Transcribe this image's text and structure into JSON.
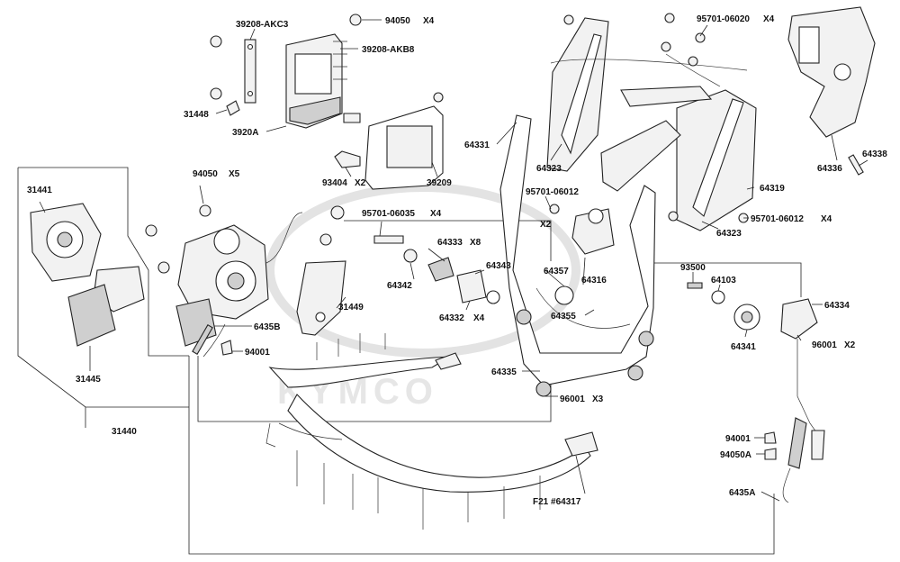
{
  "watermark": {
    "text": "KYMCO"
  },
  "labels": {
    "l39208_akc3": "39208-AKC3",
    "l94050_x4": "94050",
    "l94050_x4_q": "X4",
    "l39208_akb8": "39208-AKB8",
    "l31448": "31448",
    "l3920a": "3920A",
    "l93404": "93404",
    "l93404_q": "X2",
    "l39209": "39209",
    "l94050_x5": "94050",
    "l94050_x5_q": "X5",
    "l31441": "31441",
    "l31445": "31445",
    "l31440": "31440",
    "l31449": "31449",
    "l6435b": "6435B",
    "l94001_a": "94001",
    "l95701_06035": "95701-06035",
    "l95701_06035_q": "X4",
    "l64333": "64333",
    "l64333_q": "X8",
    "l64342": "64342",
    "l64343": "64343",
    "l64332": "64332",
    "l64332_q": "X4",
    "l64331": "64331",
    "l64357": "64357",
    "l64316": "64316",
    "l64355": "64355",
    "l64335": "64335",
    "l96001_x3": "96001",
    "l96001_x3_q": "X3",
    "l95701_06012_a": "95701-06012",
    "l95701_06012_a_q": "X2",
    "l64323_a": "64323",
    "l64323_b": "64323",
    "l95701_06020": "95701-06020",
    "l95701_06020_q": "X4",
    "l64336": "64336",
    "l64338": "64338",
    "l64319": "64319",
    "l95701_06012_b": "95701-06012",
    "l95701_06012_b_q": "X4",
    "l93500": "93500",
    "l64103": "64103",
    "l64334": "64334",
    "l64341": "64341",
    "l96001_x2": "96001",
    "l96001_x2_q": "X2",
    "l94001_b": "94001",
    "l94050a": "94050A",
    "l6435a": "6435A",
    "lf21": "F21 #64317"
  }
}
